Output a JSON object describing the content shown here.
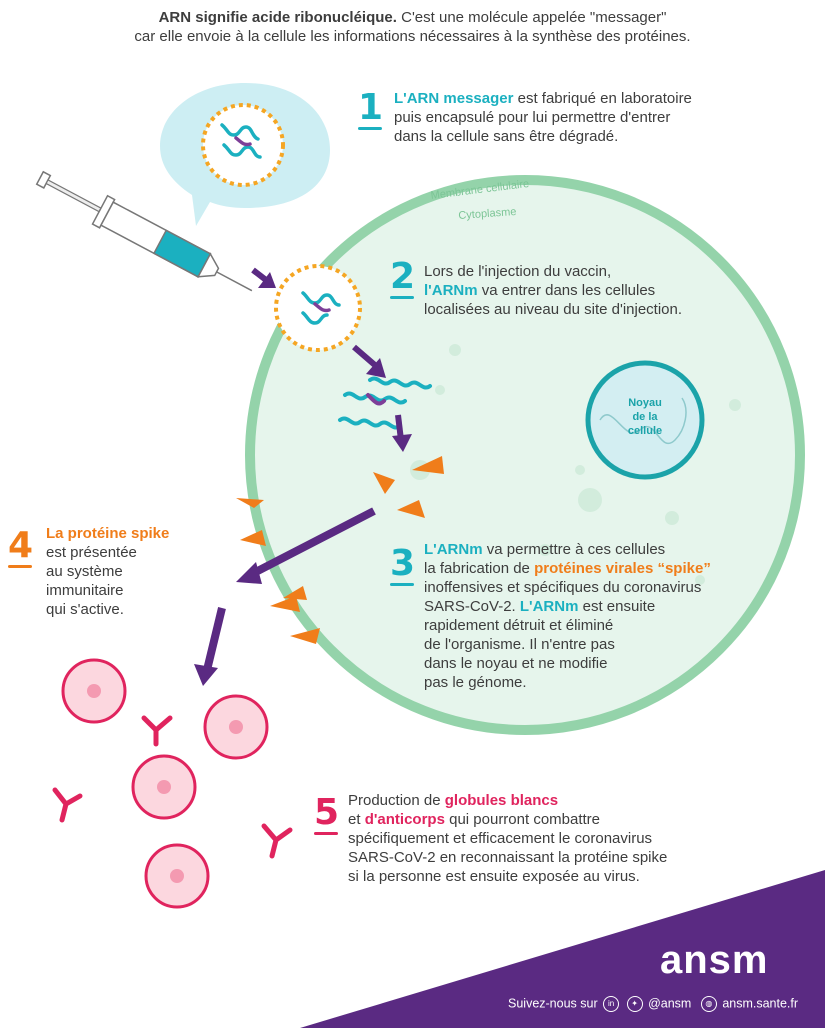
{
  "intro": {
    "bold": "ARN signifie acide ribonucléique.",
    "line1_rest": " C'est une molécule appelée \"messager\"",
    "line2": "car elle envoie à la cellule les informations nécessaires à la synthèse des protéines."
  },
  "labels": {
    "membrane": "Membrane cellulaire",
    "cytoplasm": "Cytoplasme",
    "nucleus_l1": "Noyau",
    "nucleus_l2": "de la",
    "nucleus_l3": "cellule"
  },
  "step1": {
    "number": "1",
    "hl": "L'ARN messager",
    "t1": " est fabriqué en laboratoire",
    "t2": "puis encapsulé pour lui permettre d'entrer",
    "t3": "dans la cellule sans être dégradé."
  },
  "step2": {
    "number": "2",
    "t1": "Lors de l'injection du vaccin,",
    "hl": "l'ARNm",
    "t2": " va entrer dans les cellules",
    "t3": "localisées au niveau du site d'injection."
  },
  "step3": {
    "number": "3",
    "hl1": "L'ARNm",
    "t1": " va permettre à ces cellules",
    "t2a": "la fabrication de ",
    "hl2": "protéines virales “spike”",
    "t3": "inoffensives et spécifiques du coronavirus",
    "t4a": "SARS-CoV-2. ",
    "hl3": "L'ARNm",
    "t4b": " est ensuite",
    "t5": "rapidement détruit et éliminé",
    "t6": "de l'organisme. Il n'entre pas",
    "t7": "dans le noyau et ne modifie",
    "t8": "pas le génome."
  },
  "step4": {
    "number": "4",
    "hl": "La protéine spike",
    "t1": "est présentée",
    "t2": "au système",
    "t3": "immunitaire",
    "t4": "qui s'active."
  },
  "step5": {
    "number": "5",
    "t1a": "Production de ",
    "hl1": "globules blancs",
    "t2a": "et ",
    "hl2": "d'anticorps",
    "t2b": " qui pourront combattre",
    "t3": "spécifiquement et efficacement le coronavirus",
    "t4": "SARS-CoV-2 en reconnaissant la protéine spike",
    "t5": "si la personne est ensuite exposée au virus."
  },
  "footer": {
    "logo": "ansm",
    "follow": "Suivez-nous sur",
    "handle": "@ansm",
    "site": "ansm.sante.fr",
    "linkedin_icon": "linkedin-icon",
    "twitter_icon": "twitter-icon",
    "globe_icon": "globe-icon"
  },
  "colors": {
    "teal": "#1bb0c0",
    "orange": "#f07d1a",
    "pink": "#e0245e",
    "purple": "#5a2a82",
    "cell_green": "#8fd0a6",
    "cell_fill": "#e4f4ea",
    "bubble": "#cdeef3"
  }
}
